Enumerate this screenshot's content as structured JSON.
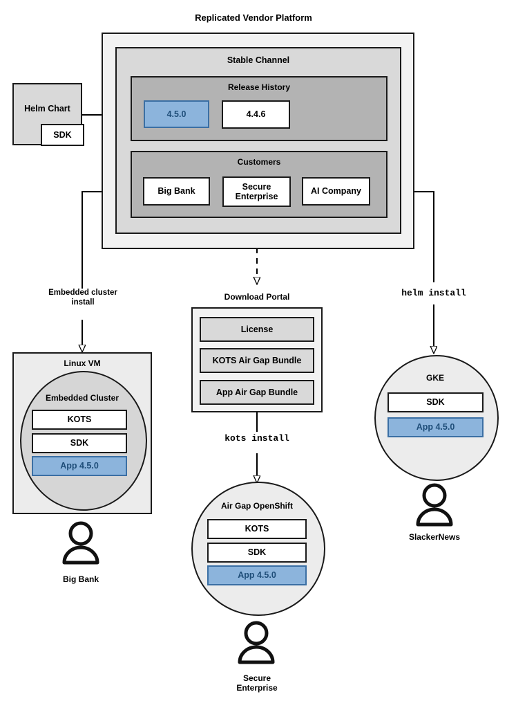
{
  "diagram": {
    "title": "Replicated Vendor Platform",
    "accent_blue": "#8cb4dc",
    "accent_blue_border": "#3b6fa4",
    "accent_blue_text": "#1f4e79"
  },
  "helm_chart": {
    "title": "Helm Chart",
    "sdk": "SDK"
  },
  "platform": {
    "channel_title": "Stable Channel",
    "release_history": {
      "title": "Release History",
      "releases": [
        {
          "version": "4.5.0",
          "highlighted": true
        },
        {
          "version": "4.4.6",
          "highlighted": false
        }
      ]
    },
    "customers": {
      "title": "Customers",
      "items": [
        {
          "name": "Big Bank"
        },
        {
          "name": "Secure\nEnterprise",
          "line1": "Secure",
          "line2": "Enterprise"
        },
        {
          "name": "AI Company"
        }
      ]
    }
  },
  "connectors": {
    "embedded_install": {
      "line1": "Embedded cluster",
      "line2": "install"
    },
    "helm_install": "helm install",
    "kots_install": "kots install"
  },
  "download_portal": {
    "title": "Download Portal",
    "artifacts": [
      "License",
      "KOTS Air Gap Bundle",
      "App Air Gap Bundle"
    ]
  },
  "environments": [
    {
      "id": "linux-vm",
      "title": "Linux VM",
      "inner_title": "Embedded Cluster",
      "components": [
        {
          "label": "KOTS",
          "highlighted": false
        },
        {
          "label": "SDK",
          "highlighted": false
        },
        {
          "label": "App 4.5.0",
          "highlighted": true
        }
      ],
      "actor": "Big Bank"
    },
    {
      "id": "air-gap-openshift",
      "title": "Air Gap OpenShift",
      "components": [
        {
          "label": "KOTS",
          "highlighted": false
        },
        {
          "label": "SDK",
          "highlighted": false
        },
        {
          "label": "App 4.5.0",
          "highlighted": true
        }
      ],
      "actor_line1": "Secure",
      "actor_line2": "Enterprise"
    },
    {
      "id": "gke",
      "title": "GKE",
      "components": [
        {
          "label": "SDK",
          "highlighted": false
        },
        {
          "label": "App 4.5.0",
          "highlighted": true
        }
      ],
      "actor": "SlackerNews"
    }
  ]
}
